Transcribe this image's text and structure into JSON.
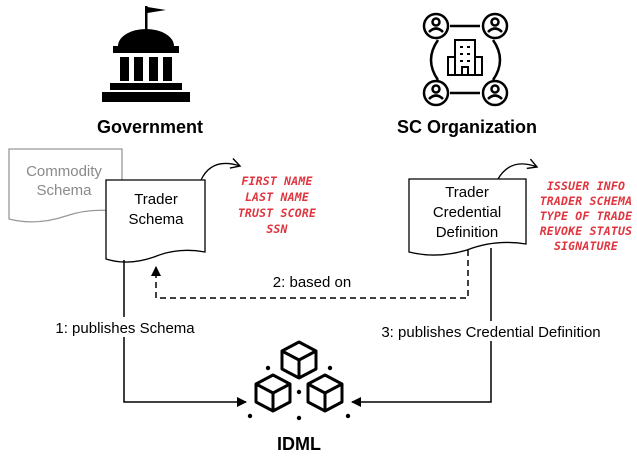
{
  "government": {
    "label": "Government",
    "icon": "government-building-icon"
  },
  "organization": {
    "label": "SC Organization",
    "icon": "organization-network-icon"
  },
  "idml": {
    "label": "IDML",
    "icon": "blockchain-cubes-icon"
  },
  "docs": {
    "commodity_schema": [
      "Commodity",
      "Schema"
    ],
    "trader_schema": [
      "Trader",
      "Schema"
    ],
    "trader_credential": [
      "Trader",
      "Credential",
      "Definition"
    ]
  },
  "notes": {
    "schema_fields": [
      "FIRST NAME",
      "LAST NAME",
      "TRUST SCORE",
      "SSN"
    ],
    "credential_fields": [
      "ISSUER INFO",
      "TRADER SCHEMA",
      "TYPE OF TRADE",
      "REVOKE STATUS",
      "SIGNATURE"
    ]
  },
  "edges": {
    "publishes_schema": "1: publishes Schema",
    "based_on": "2: based on",
    "publishes_credential": "3: publishes Credential Definition"
  },
  "colors": {
    "note_text": "#e0353f",
    "commodity_doc": "#999999",
    "line": "#000000"
  }
}
